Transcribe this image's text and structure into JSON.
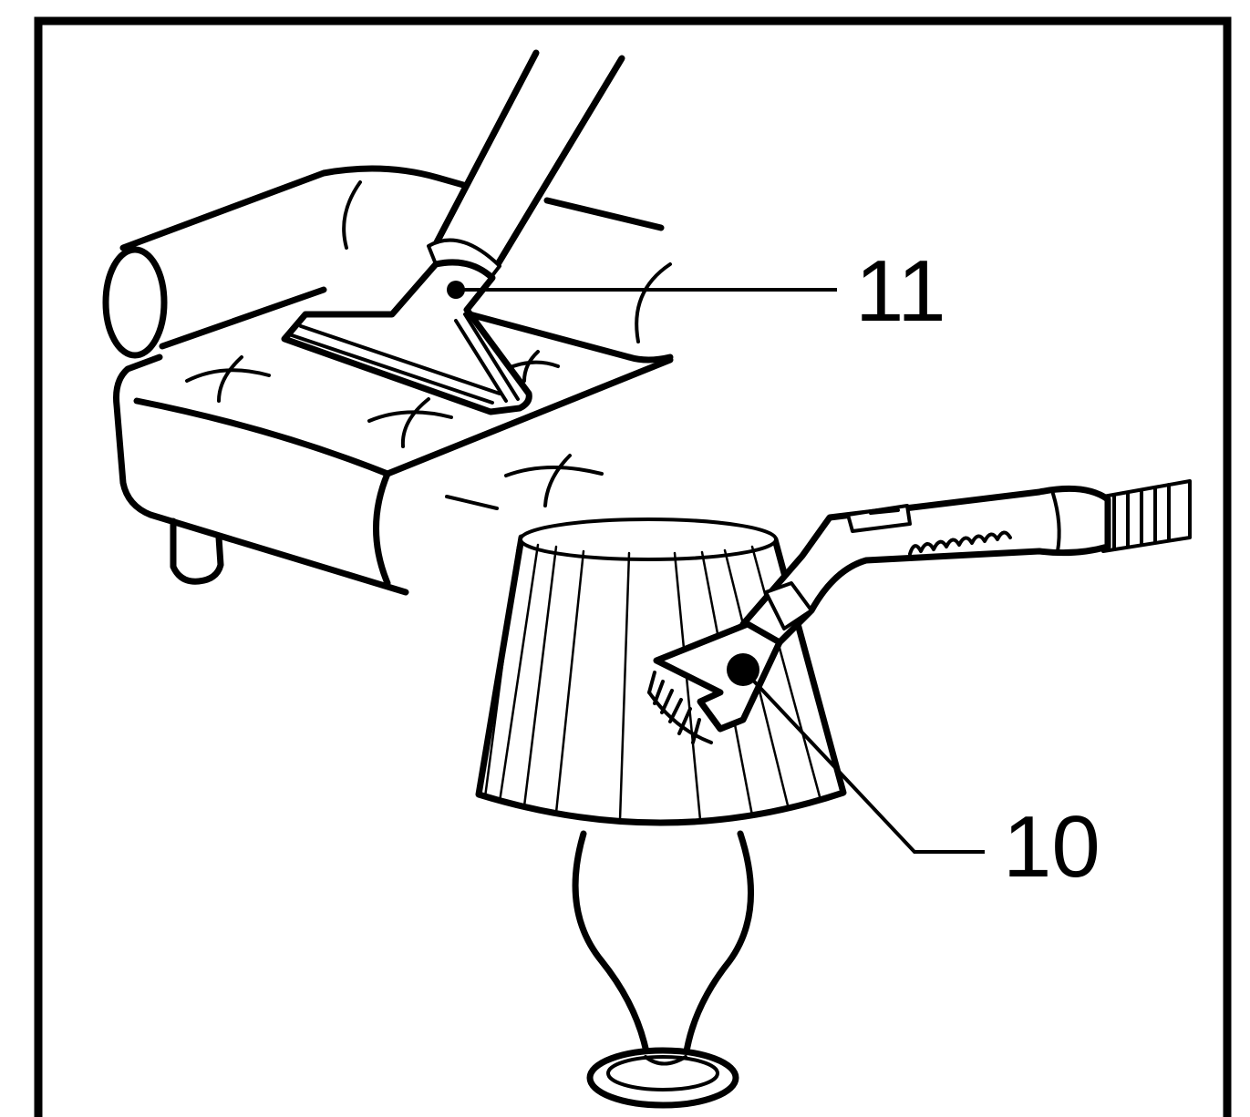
{
  "callouts": [
    {
      "id": "11",
      "label": "11",
      "target": "upholstery-nozzle"
    },
    {
      "id": "10",
      "label": "10",
      "target": "dusting-brush"
    }
  ],
  "colors": {
    "ink": "#000000",
    "paper": "#ffffff"
  }
}
